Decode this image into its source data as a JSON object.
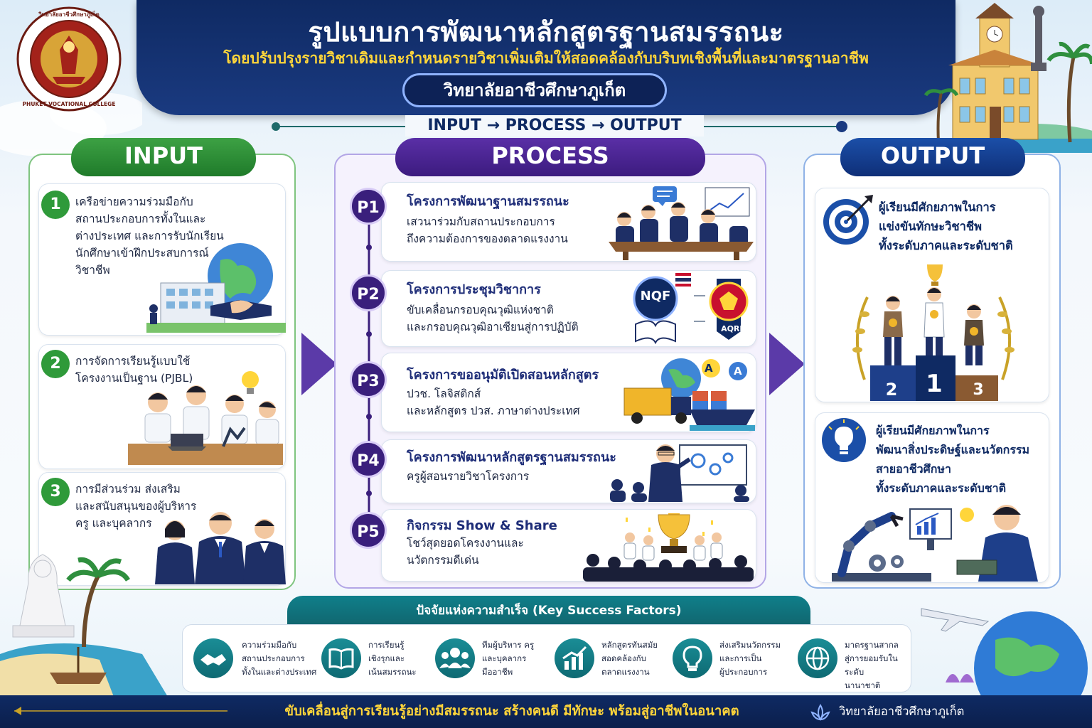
{
  "header": {
    "title": "รูปแบบการพัฒนาหลักสูตรฐานสมรรถนะ",
    "subtitle": "โดยปรับปรุงรายวิชาเดิมและกำหนดรายวิชาเพิ่มเติมให้สอดคล้องกับบริบทเชิงพื้นที่และมาตรฐานอาชีพ",
    "college": "วิทยาลัยอาชีวศึกษาภูเก็ต",
    "logo_text_top": "วิทยาลัยอาชีวศึกษาภูเก็ต",
    "logo_text_bottom": "PHUKET VOCATIONAL COLLEGE"
  },
  "flow": {
    "label": "INPUT → PROCESS → OUTPUT"
  },
  "input": {
    "heading": "INPUT",
    "items": [
      {
        "num": "1",
        "text1": "เครือข่ายความร่วมมือกับ",
        "text2": "สถานประกอบการทั้งในและ",
        "text3": "ต่างประเทศ และการรับนักเรียน",
        "text4": "นักศึกษาเข้าฝึกประสบการณ์",
        "text5": "วิชาชีพ"
      },
      {
        "num": "2",
        "text1": "การจัดการเรียนรู้แบบใช้",
        "text2": "โครงงานเป็นฐาน (PJBL)"
      },
      {
        "num": "3",
        "text1": "การมีส่วนร่วม ส่งเสริม",
        "text2": "และสนับสนุนของผู้บริหาร",
        "text3": "ครู และบุคลากร"
      }
    ]
  },
  "process": {
    "heading": "PROCESS",
    "items": [
      {
        "id": "P1",
        "title": "โครงการพัฒนาฐานสมรรถนะ",
        "desc1": "เสวนาร่วมกับสถานประกอบการ",
        "desc2": "ถึงความต้องการของตลาดแรงงาน"
      },
      {
        "id": "P2",
        "title": "โครงการประชุมวิชาการ",
        "desc1": "ขับเคลื่อนกรอบคุณวุฒิแห่งชาติ",
        "desc2": "และกรอบคุณวุฒิอาเซียนสู่การปฏิบัติ"
      },
      {
        "id": "P3",
        "title": "โครงการขออนุมัติเปิดสอนหลักสูตร",
        "desc1": "ปวช. โลจิสติกส์",
        "desc2": "และหลักสูตร ปวส. ภาษาต่างประเทศ"
      },
      {
        "id": "P4",
        "title": "โครงการพัฒนาหลักสูตรฐานสมรรถนะ",
        "desc1": "ครูผู้สอนรายวิชาโครงการ"
      },
      {
        "id": "P5",
        "title": "กิจกรรม Show & Share",
        "desc1": "โชว์สุดยอดโครงงานและ",
        "desc2": "นวัตกรรมดีเด่น"
      }
    ],
    "badge_nqf": "NQF",
    "badge_aqrf": "AQRF",
    "lang_a1": "A",
    "lang_a2": "A"
  },
  "output": {
    "heading": "OUTPUT",
    "items": [
      {
        "text1": "ผู้เรียนมีศักยภาพในการ",
        "text2": "แข่งขันทักษะวิชาชีพ",
        "text3": "ทั้งระดับภาคและระดับชาติ"
      },
      {
        "text1": "ผู้เรียนมีศักยภาพในการ",
        "text2": "พัฒนาสิ่งประดิษฐ์และนวัตกรรม",
        "text3": "สายอาชีวศึกษา",
        "text4": "ทั้งระดับภาคและระดับชาติ"
      }
    ],
    "podium": {
      "first": "1",
      "second": "2",
      "third": "3"
    }
  },
  "ksf": {
    "heading": "ปัจจัยแห่งความสำเร็จ (Key Success Factors)",
    "items": [
      {
        "icon": "handshake-icon",
        "l1": "ความร่วมมือกับ",
        "l2": "สถานประกอบการ",
        "l3": "ทั้งในและต่างประเทศ"
      },
      {
        "icon": "book-icon",
        "l1": "การเรียนรู้",
        "l2": "เชิงรุกและ",
        "l3": "เน้นสมรรถนะ"
      },
      {
        "icon": "team-icon",
        "l1": "ทีมผู้บริหาร ครู",
        "l2": "และบุคลากร",
        "l3": "มืออาชีพ"
      },
      {
        "icon": "growth-chart-icon",
        "l1": "หลักสูตรทันสมัย",
        "l2": "สอดคล้องกับ",
        "l3": "ตลาดแรงงาน"
      },
      {
        "icon": "lightbulb-icon",
        "l1": "ส่งเสริมนวัตกรรม",
        "l2": "และการเป็น",
        "l3": "ผู้ประกอบการ"
      },
      {
        "icon": "globe-icon",
        "l1": "มาตรฐานสากล",
        "l2": "สู่การยอมรับในระดับ",
        "l3": "นานาชาติ"
      }
    ]
  },
  "footer": {
    "slogan": "ขับเคลื่อนสู่การเรียนรู้อย่างมีสมรรถนะ  สร้างคนดี  มีทักษะ  พร้อมสู่อาชีพในอนาคต",
    "college": "วิทยาลัยอาชีวศึกษาภูเก็ต"
  },
  "colors": {
    "navy": "#0f2a63",
    "yellow": "#ffd53a",
    "green": "#2f9a3a",
    "purple": "#3a1f7c",
    "blue": "#1b4fa8",
    "teal": "#0f7f8a"
  }
}
